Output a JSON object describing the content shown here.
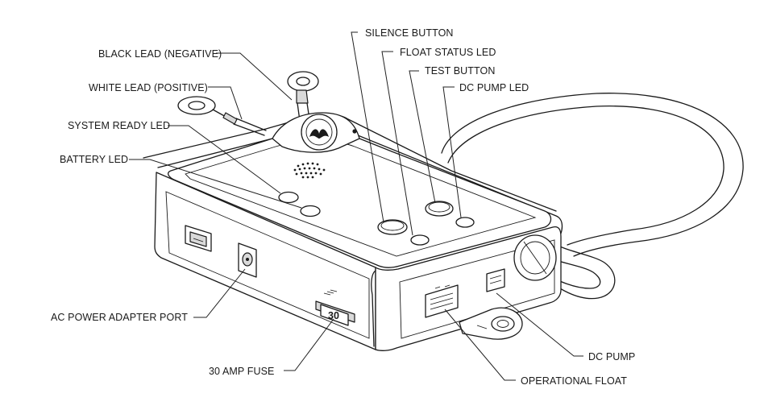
{
  "callouts": {
    "black_lead": "BLACK LEAD (NEGATIVE)",
    "white_lead": "WHITE LEAD (POSITIVE)",
    "system_ready_led": "SYSTEM READY LED",
    "battery_led": "BATTERY LED",
    "silence_button": "SILENCE BUTTON",
    "float_status_led": "FLOAT STATUS LED",
    "test_button": "TEST BUTTON",
    "dc_pump_led": "DC PUMP LED",
    "ac_power_adapter_port": "AC POWER ADAPTER PORT",
    "fuse": "30 AMP FUSE",
    "dc_pump": "DC PUMP",
    "operational_float": "OPERATIONAL FLOAT"
  },
  "fuse_marking": "30",
  "colors": {
    "ink": "#1a1a1a",
    "paper": "#ffffff",
    "shade": "#d9d9d9"
  }
}
